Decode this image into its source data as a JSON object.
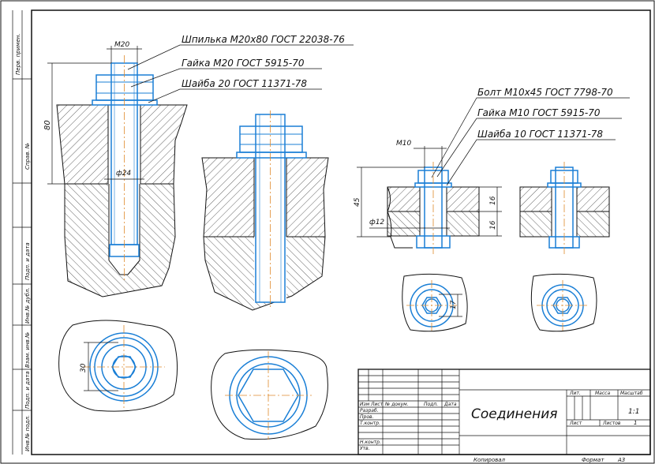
{
  "callouts": {
    "stud": "Шпилька М20х80 ГОСТ 22038-76",
    "nut_m20": "Гайка М20 ГОСТ 5915-70",
    "washer_20": "Шайба 20 ГОСТ 11371-78",
    "bolt": "Болт М10х45 ГОСТ 7798-70",
    "nut_m10": "Гайка М10 ГОСТ 5915-70",
    "washer_10": "Шайба 10 ГОСТ 11371-78"
  },
  "dims": {
    "m20": "М20",
    "d80": "80",
    "phi24": "ф24",
    "d30": "30",
    "m10": "М10",
    "d45": "45",
    "phi12": "ф12",
    "d16a": "16",
    "d16b": "16",
    "d17": "17"
  },
  "side_strip": [
    "Перв. примен.",
    "Справ. №",
    "Подп. и дата",
    "Инв.№ дубл.",
    "Взам. инв.№",
    "Подп. и дата",
    "Инв.№ подл."
  ],
  "title_block": {
    "title": "Соединения",
    "col_izm": "Изм",
    "col_list": "Лист",
    "col_ndoc": "№ докум.",
    "col_podp": "Подп.",
    "col_data": "Дата",
    "row_razrab": "Разраб.",
    "row_prov": "Пров.",
    "row_tkontr": "Т.контр.",
    "row_nkontr": "Н.контр.",
    "row_utv": "Утв.",
    "lit": "Лит.",
    "massa": "Масса",
    "masshtab": "Масштаб",
    "scale": "1:1",
    "list": "Лист",
    "listov": "Листов",
    "listov_val": "1"
  },
  "footer": {
    "kopiroval": "Копировал",
    "format": "Формат",
    "format_val": "А3"
  }
}
